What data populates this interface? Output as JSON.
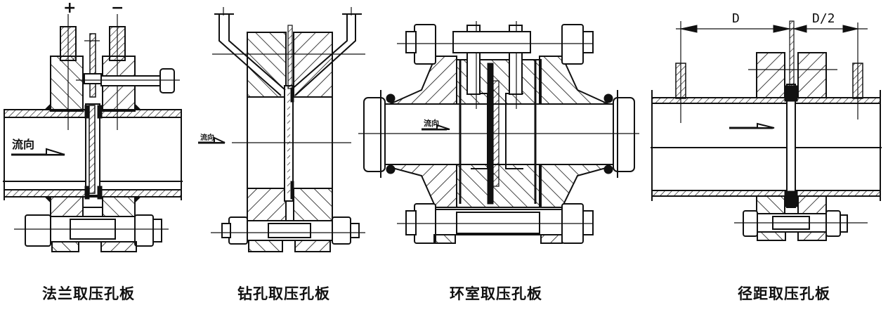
{
  "figures": [
    {
      "id": "flange",
      "caption": "法兰取压孔板",
      "flow_label": "流向",
      "tap_plus": "+",
      "tap_minus": "−"
    },
    {
      "id": "drilled",
      "caption": "钻孔取压孔板",
      "flow_label": "流向"
    },
    {
      "id": "annular",
      "caption": "环室取压孔板",
      "flow_label": "流向"
    },
    {
      "id": "radius",
      "caption": "径距取压孔板",
      "dim_upstream": "D",
      "dim_downstream": "D/2"
    }
  ]
}
